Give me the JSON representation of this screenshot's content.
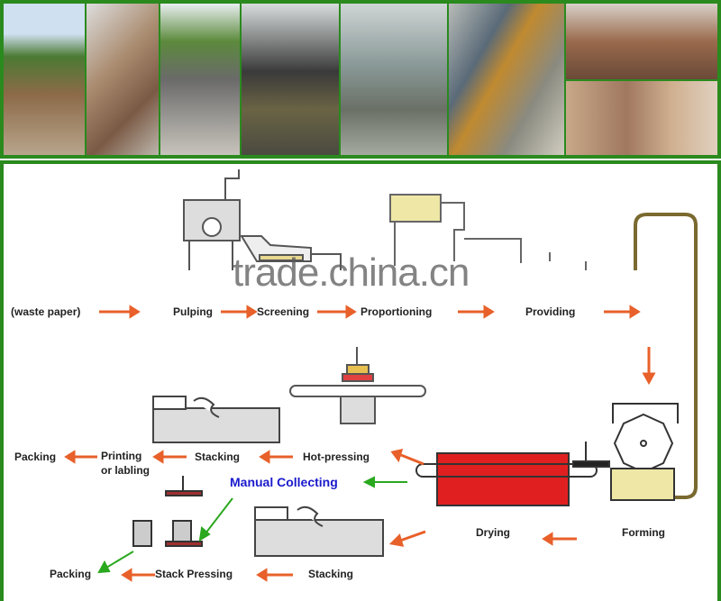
{
  "photos": [
    "field-brick-site",
    "brick-drying-racks",
    "factory-shed",
    "pulping-pool",
    "molding-workshop",
    "forming-machine",
    "drying-line-and-packing"
  ],
  "watermark": "trade.china.cn",
  "top_row": [
    "(waste paper)",
    "Pulping",
    "Screening",
    "Proportioning",
    "Providing"
  ],
  "middle_row": {
    "packing": "Packing",
    "printing": "Printing",
    "printing2": "or labling",
    "stacking": "Stacking",
    "hot_pressing": "Hot-pressing"
  },
  "manual_collecting": "Manual Collecting",
  "drying": "Drying",
  "forming": "Forming",
  "bottom_row": {
    "packing": "Packing",
    "stack_pressing": "Stack Pressing",
    "stacking": "Stacking"
  },
  "colors": {
    "border": "#2a8a1e",
    "arrow": "#e8602a",
    "green_arrow": "#2aa81e",
    "dryer": "#e02020",
    "label_blue": "#1a1acc"
  }
}
